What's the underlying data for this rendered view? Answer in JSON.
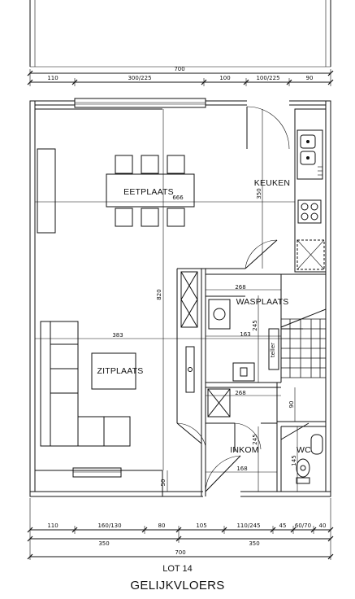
{
  "sheet": {
    "lot": "LOT 14",
    "floor": "GELIJKVLOERS"
  },
  "rooms": {
    "eetplaats": "EETPLAATS",
    "keuken": "KEUKEN",
    "wasplaats": "WASPLAATS",
    "zitplaats": "ZITPLAATS",
    "inkom": "INKOM",
    "wc": "WC",
    "teller": "teller"
  },
  "top_dims": {
    "total": "700",
    "d110": "110",
    "d300_225": "300/225",
    "d100": "100",
    "d100_225": "100/225",
    "d90": "90"
  },
  "inner_dims": {
    "d666": "666",
    "d350": "350",
    "d820": "820",
    "d383": "383",
    "d268a": "268",
    "d245a": "245",
    "d163": "163",
    "d268b": "268",
    "d90": "90",
    "d245b": "245",
    "d168": "168",
    "d145": "145",
    "d50": "50"
  },
  "bottom_dims": {
    "d110": "110",
    "d160_130": "160/130",
    "d80": "80",
    "d105": "105",
    "d110_245": "110/245",
    "d45": "45",
    "d60_70": "60/70",
    "d40": "40",
    "d350a": "350",
    "d350b": "350",
    "total": "700"
  }
}
